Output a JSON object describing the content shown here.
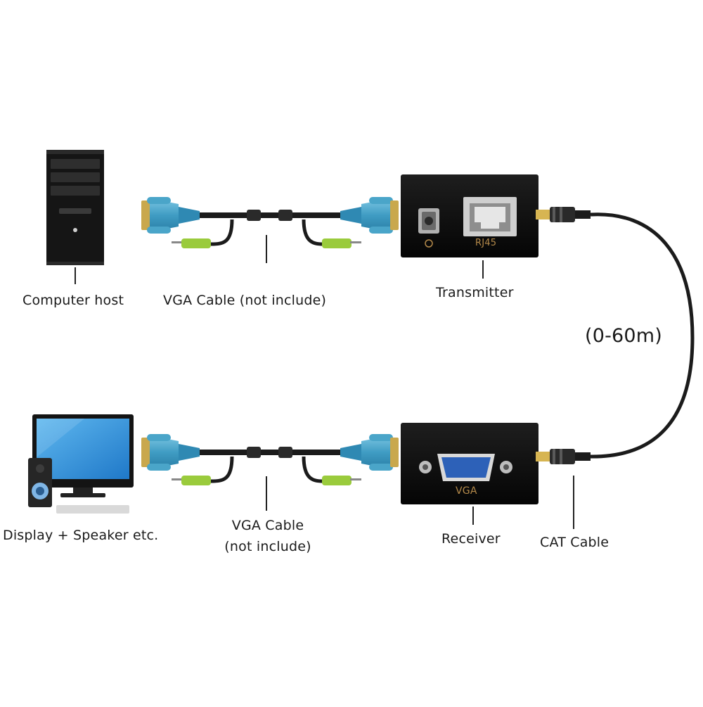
{
  "labels": {
    "computer_host": "Computer host",
    "vga_cable_top": "VGA Cable  (not include)",
    "transmitter": "Transmitter",
    "distance": "(0-60m)",
    "display": "Display + Speaker etc.",
    "vga_cable_bottom_1": "VGA Cable",
    "vga_cable_bottom_2": "(not include)",
    "receiver": "Receiver",
    "cat_cable": "CAT Cable"
  },
  "device_labels": {
    "rj45": "RJ45",
    "vga_port": "VGA"
  },
  "colors": {
    "device_body": "#111111",
    "connector_blue": "#4aa5c9",
    "audio_plug": "#9acb3c",
    "screen_blue": "#2f8fd6",
    "cable": "#1b1b1b",
    "port_label": "#b58a4a",
    "text": "#1a1a1a"
  }
}
